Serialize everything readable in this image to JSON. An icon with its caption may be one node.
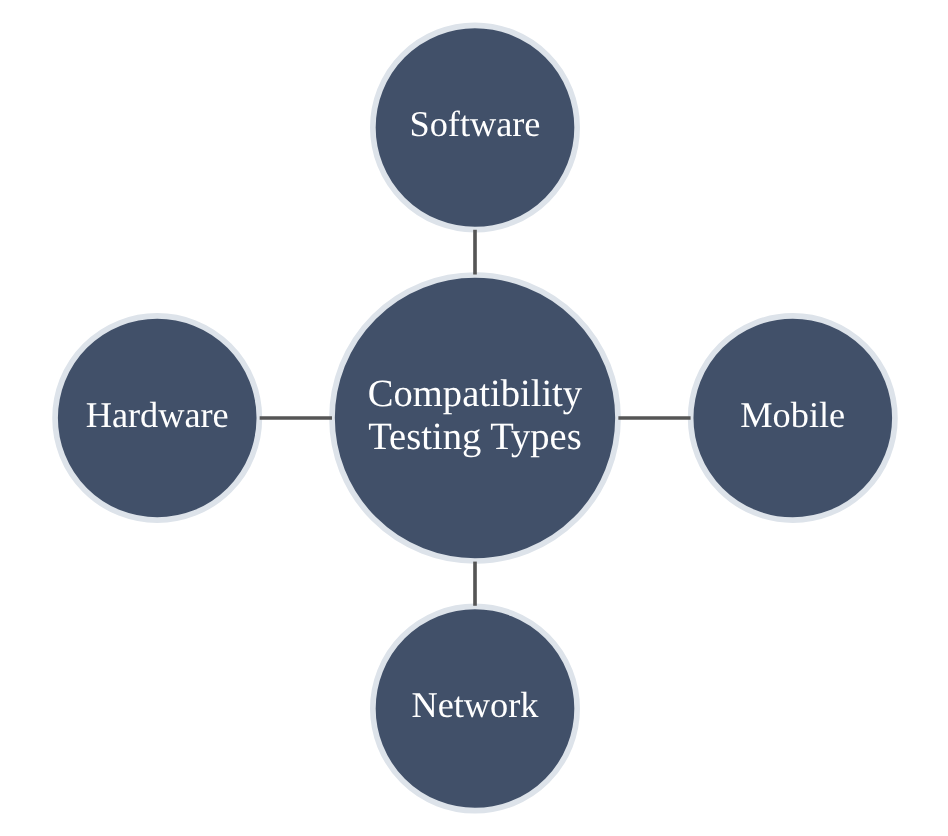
{
  "diagram": {
    "nodes": [
      {
        "text": [
          "Software"
        ]
      },
      {
        "text": [
          "Hardware"
        ]
      },
      {
        "text": [
          "Compatibility Testing Types"
        ]
      },
      {
        "text": [
          "Mobile"
        ]
      },
      {
        "text": [
          "Network"
        ]
      }
    ],
    "edges": [
      {
        "from": 0,
        "to": 2,
        "arrow": "none"
      },
      {
        "from": 1,
        "to": 2,
        "arrow": "none"
      },
      {
        "from": 2,
        "to": 3,
        "arrow": "none"
      },
      {
        "from": 2,
        "to": 4,
        "arrow": "none"
      }
    ]
  }
}
